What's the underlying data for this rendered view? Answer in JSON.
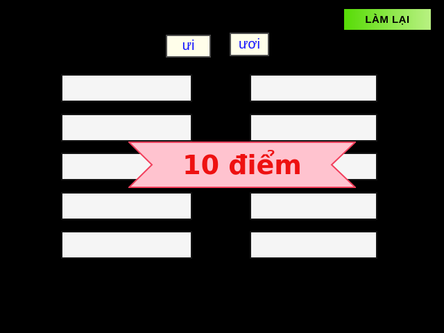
{
  "canvas": {
    "background": "#000000"
  },
  "reset_button": {
    "label": "LÀM LẠI",
    "gradient_start": "#57dc06",
    "gradient_end": "#b9f182",
    "text_color": "#000000"
  },
  "vowel_cards": [
    {
      "label": "ưi",
      "background": "#fffeea",
      "text_color": "#1414ff"
    },
    {
      "label": "ươi",
      "background": "#fffeea",
      "text_color": "#1414ff"
    }
  ],
  "score_banner": {
    "label": "10 điểm",
    "fill": "#ffc3cf",
    "border": "#f23f5c",
    "text_color": "#ee1111"
  },
  "answer_columns": {
    "left": {
      "slot_count": 5,
      "slot_fill": "#f5f5f5"
    },
    "right": {
      "slot_count": 5,
      "slot_fill": "#f5f5f5"
    }
  }
}
